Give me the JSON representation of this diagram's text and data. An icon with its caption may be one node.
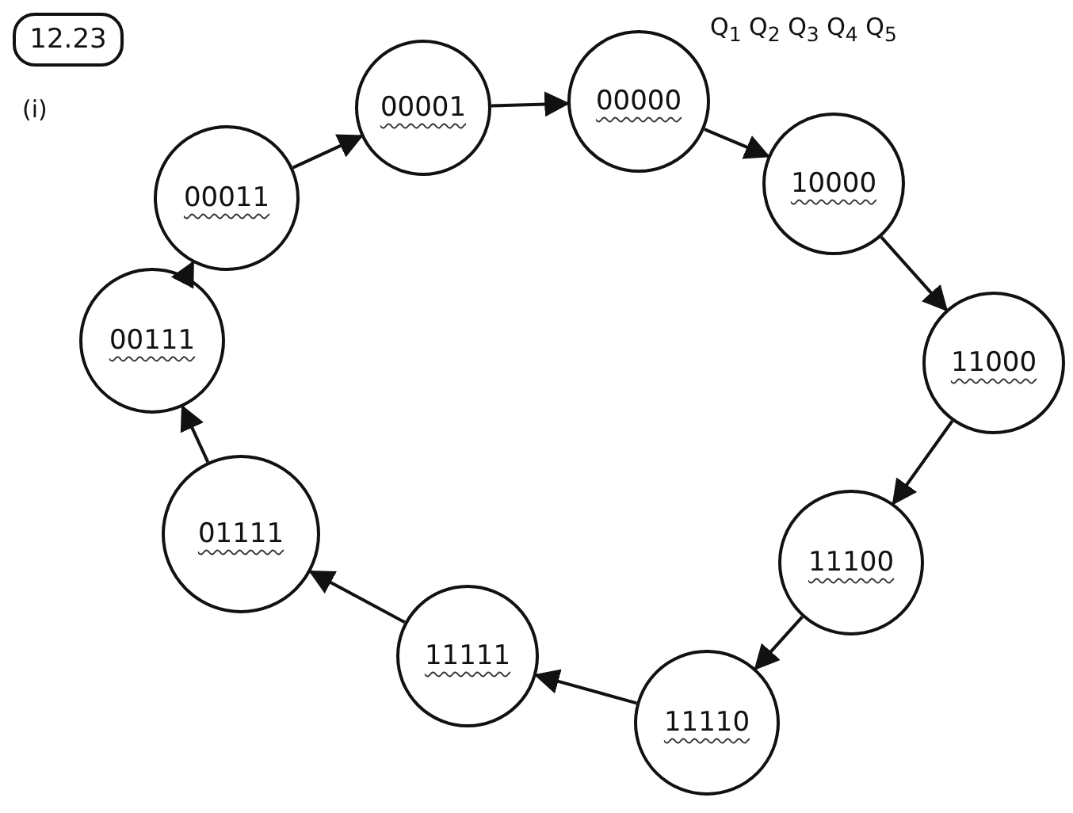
{
  "diagram": {
    "nodes": [
      {
        "text": [
          "12.23"
        ]
      },
      {
        "text": [
          "00011"
        ]
      },
      {
        "text": [
          "00001"
        ]
      },
      {
        "text": [
          "00000"
        ]
      },
      {
        "text": [
          "10000"
        ]
      },
      {
        "text": [
          "11000"
        ]
      },
      {
        "text": [
          "11100"
        ]
      },
      {
        "text": [
          "11110"
        ]
      },
      {
        "text": [
          "11111"
        ]
      },
      {
        "text": [
          "01111"
        ]
      },
      {
        "text": [
          "00111"
        ]
      }
    ],
    "edges": [
      {
        "from": 1,
        "to": 2,
        "arrow": "to"
      },
      {
        "from": 2,
        "to": 3,
        "arrow": "to"
      },
      {
        "from": 3,
        "to": 4,
        "arrow": "to"
      },
      {
        "from": 4,
        "to": 5,
        "arrow": "to"
      },
      {
        "from": 5,
        "to": 6,
        "arrow": "to"
      },
      {
        "from": 6,
        "to": 7,
        "arrow": "to"
      },
      {
        "from": 7,
        "to": 8,
        "arrow": "to"
      },
      {
        "from": 8,
        "to": 9,
        "arrow": "to"
      },
      {
        "from": 9,
        "to": 10,
        "arrow": "to"
      },
      {
        "from": 10,
        "to": 1,
        "arrow": "to"
      }
    ],
    "labels": [
      "(i)",
      "Q$_{1}$ Q$_{2}$ Q$_{3}$ Q$_{4}$ Q$_{5}$"
    ]
  }
}
